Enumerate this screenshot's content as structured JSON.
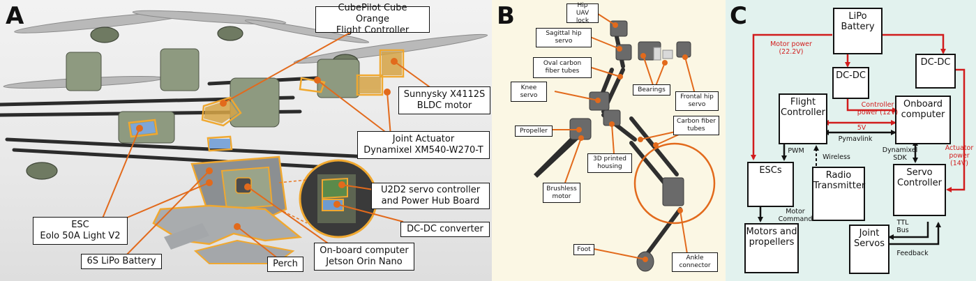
{
  "panels": {
    "a": {
      "letter": "A",
      "labels": {
        "flight_controller": "CubePilot Cube Orange\nFlight Controller",
        "bldc_motor": "Sunnysky X4112S\nBLDC motor",
        "joint_actuator": "Joint Actuator\nDynamixel XM540-W270-T",
        "servo_controller": "U2D2 servo controller\nand Power Hub Board",
        "dcdc": "DC-DC converter",
        "esc": "ESC\nEolo 50A Light V2",
        "battery": "6S LiPo Battery",
        "perch": "Perch",
        "onboard": "On-board computer\nJetson Orin Nano"
      }
    },
    "b": {
      "letter": "B",
      "labels": {
        "hip_lock": "Hip UAV\nlock",
        "sagittal_hip": "Sagittal hip\nservo",
        "oval_tubes": "Oval carbon\nfiber tubes",
        "knee": "Knee\nservo",
        "propeller": "Propeller",
        "brushless": "Brushless\nmotor",
        "housing": "3D printed\nhousing",
        "bearings": "Bearings",
        "frontal_hip": "Frontal hip\nservo",
        "carbon_tubes": "Carbon fiber\ntubes",
        "foot": "Foot",
        "ankle": "Ankle\nconnector"
      }
    },
    "c": {
      "letter": "C",
      "nodes": {
        "battery": "LiPo\nBattery",
        "dcdc1": "DC-DC",
        "dcdc2": "DC-DC",
        "flight_controller": "Flight\nController",
        "onboard": "Onboard\ncomputer",
        "escs": "ESCs",
        "radio": "Radio\nTransmitter",
        "servo_controller": "Servo\nController",
        "motors": "Motors and\npropellers",
        "joint_servos": "Joint\nServos"
      },
      "edges": {
        "motor_power": "Motor power\n(22.2V)",
        "controller_power": "Controller\npower (12V)",
        "v5": "5V",
        "pymavlink": "Pymavlink",
        "actuator_power": "Actuator\npower\n(14V)",
        "dynamixel_sdk": "Dynamixel\nSDK",
        "pwm": "PWM",
        "wireless": "Wireless",
        "motor_command": "Motor\nCommand",
        "ttl_bus": "TTL\nBus",
        "feedback": "Feedback"
      },
      "colors": {
        "power": "#d11c1c",
        "signal": "#111111"
      }
    }
  }
}
